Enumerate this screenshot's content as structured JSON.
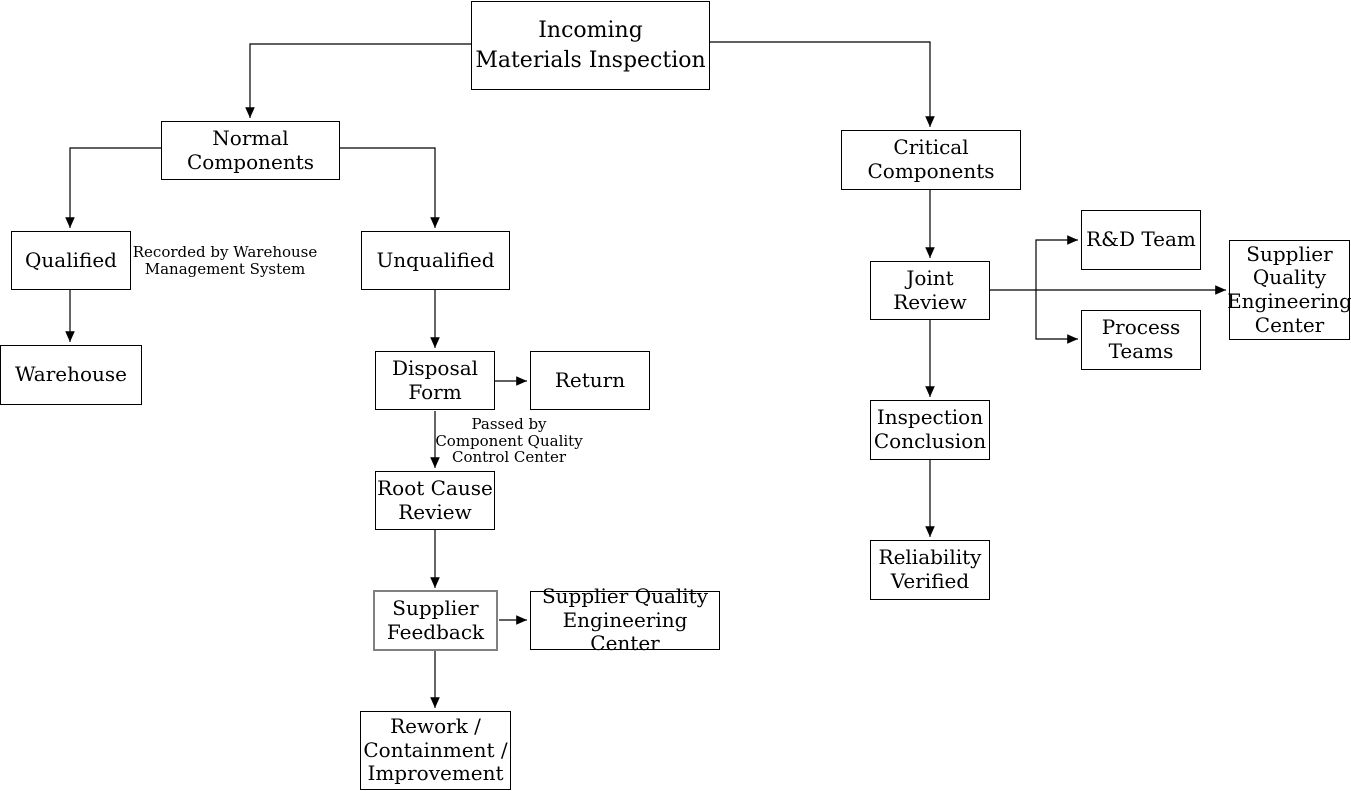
{
  "diagram_title": "Incoming Materials Inspection",
  "colors": {
    "background": "#ffffff",
    "node_fill": "#ffffff",
    "node_border": "#000000",
    "highlight_border": "#808080",
    "edge": "#000000",
    "text": "#000000"
  },
  "nodes": {
    "incoming": {
      "label": "Incoming\nMaterials Inspection"
    },
    "normal": {
      "label": "Normal Components"
    },
    "critical": {
      "label": "Critical Components"
    },
    "qualified": {
      "label": "Qualified"
    },
    "unqualified": {
      "label": "Unqualified"
    },
    "warehouse": {
      "label": "Warehouse"
    },
    "disposal": {
      "label": "Disposal\nForm"
    },
    "return": {
      "label": "Return"
    },
    "rootcause": {
      "label": "Root Cause\nReview"
    },
    "feedback": {
      "label": "Supplier\nFeedback",
      "highlighted": true
    },
    "sqec_left": {
      "label": "Supplier Quality\nEngineering Center"
    },
    "rework": {
      "label": "Rework /\nContainment /\nImprovement"
    },
    "joint": {
      "label": "Joint Review"
    },
    "rdteam": {
      "label": "R&D Team"
    },
    "process": {
      "label": "Process\nTeams"
    },
    "sqec_right": {
      "label": "Supplier\nQuality\nEngineering\nCenter"
    },
    "inspection": {
      "label": "Inspection\nConclusion"
    },
    "reliability": {
      "label": "Reliability\nVerified"
    }
  },
  "annotations": {
    "recorded": {
      "text": "Recorded by Warehouse\nManagement System"
    },
    "passed": {
      "text": "Passed by\nComponent Quality\nControl Center"
    }
  }
}
